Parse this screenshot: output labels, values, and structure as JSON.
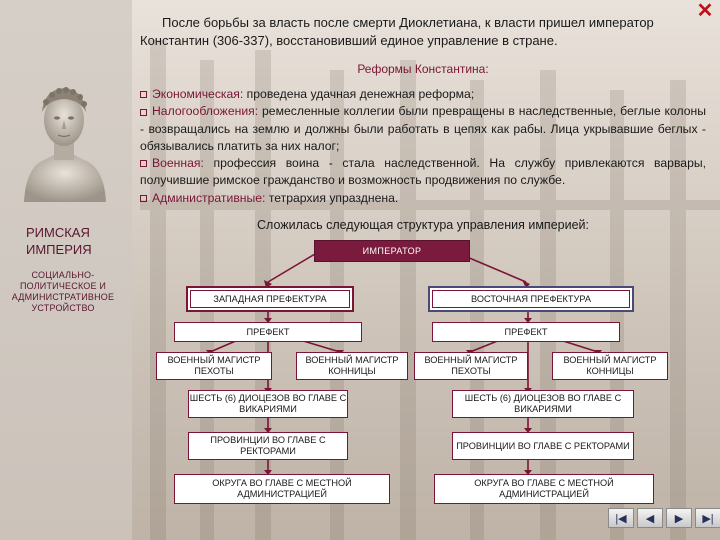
{
  "close_icon": "close-icon",
  "sidebar": {
    "title_line1": "РИМСКАЯ",
    "title_line2": "ИМПЕРИЯ",
    "subtitle_line1": "СОЦИАЛЬНО-",
    "subtitle_line2": "ПОЛИТИЧЕСКОЕ И",
    "subtitle_line3": "АДМИНИСТРАТИВНОЕ",
    "subtitle_line4": "УСТРОЙСТВО"
  },
  "intro": "После борьбы за власть после смерти Диоклетиана, к власти пришел император Константин (306-337), восстановивший единое управление в стране.",
  "reforms_title": "Реформы Константина:",
  "reforms": [
    {
      "label": "Экономическая:",
      "text": " проведена удачная денежная реформа;"
    },
    {
      "label": "Налогообложения:",
      "text": " ремесленные коллегии были превращены в наследственные, беглые колоны - возвращались на землю и должны были работать в цепях как рабы. Лица укрывавшие беглых - обязывались платить за них налог;"
    },
    {
      "label": "Военная:",
      "text": " профессия воина - стала наследственной. На службу привлекаются варвары, получившие римское гражданство и возможность продвижения по службе."
    },
    {
      "label": "Административные:",
      "text": " тетрархия упразднена."
    }
  ],
  "structure_title": "Сложилась следующая структура управления империей:",
  "diagram": {
    "emperor": "ИМПЕРАТОР",
    "west": {
      "prefecture": "ЗАПАДНАЯ ПРЕФЕКТУРА",
      "prefect": "ПРЕФЕКТ",
      "mag_inf": "ВОЕННЫЙ МАГИСТР ПЕХОТЫ",
      "mag_cav": "ВОЕННЫЙ МАГИСТР КОННИЦЫ",
      "dioceses": "ШЕСТЬ (6) ДИОЦЕЗОВ ВО ГЛАВЕ С ВИКАРИЯМИ",
      "provinces": "ПРОВИНЦИИ ВО ГЛАВЕ С РЕКТОРАМИ",
      "districts": "ОКРУГА ВО ГЛАВЕ С МЕСТНОЙ АДМИНИСТРАЦИЕЙ"
    },
    "east": {
      "prefecture": "ВОСТОЧНАЯ ПРЕФЕКТУРА",
      "prefect": "ПРЕФЕКТ",
      "mag_inf": "ВОЕННЫЙ МАГИСТР ПЕХОТЫ",
      "mag_cav": "ВОЕННЫЙ МАГИСТР КОННИЦЫ",
      "dioceses": "ШЕСТЬ (6) ДИОЦЕЗОВ ВО ГЛАВЕ С ВИКАРИЯМИ",
      "provinces": "ПРОВИНЦИИ ВО ГЛАВЕ С РЕКТОРАМИ",
      "districts": "ОКРУГА ВО ГЛАВЕ С МЕСТНОЙ АДМИНИСТРАЦИЕЙ"
    }
  },
  "colors": {
    "accent": "#7a1535",
    "emperor_fill": "#7a1a3c",
    "close": "#c0101a"
  },
  "nav": {
    "first_icon": "skip-back-icon",
    "prev_icon": "prev-icon",
    "next_icon": "next-icon",
    "last_icon": "skip-forward-icon"
  }
}
